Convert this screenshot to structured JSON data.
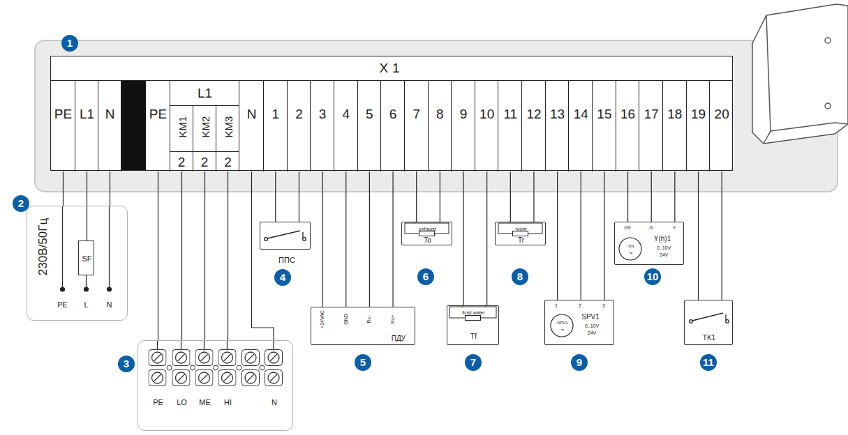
{
  "diagram": {
    "nodes": [
      {
        "text": [
          "X1"
        ]
      },
      {
        "text": [
          "PE"
        ],
        "in": 0
      },
      {
        "text": [
          "L1"
        ],
        "in": 0
      },
      {
        "text": [
          "N"
        ],
        "in": 0
      },
      {
        "text": [
          "PE"
        ],
        "in": 0
      },
      {
        "text": [
          "L1"
        ],
        "in": 0
      },
      {
        "text": [
          "KM1",
          "2"
        ],
        "in": 5
      },
      {
        "text": [
          "KM2",
          "2"
        ],
        "in": 5
      },
      {
        "text": [
          "KM3",
          "2"
        ],
        "in": 5
      },
      {
        "text": [
          "N"
        ],
        "in": 0
      },
      {
        "text": [
          "1"
        ],
        "in": 0
      },
      {
        "text": [
          "2"
        ],
        "in": 0
      },
      {
        "text": [
          "3"
        ],
        "in": 0
      },
      {
        "text": [
          "4"
        ],
        "in": 0
      },
      {
        "text": [
          "5"
        ],
        "in": 0
      },
      {
        "text": [
          "6"
        ],
        "in": 0
      },
      {
        "text": [
          "7"
        ],
        "in": 0
      },
      {
        "text": [
          "8"
        ],
        "in": 0
      },
      {
        "text": [
          "9"
        ],
        "in": 0
      },
      {
        "text": [
          "10"
        ],
        "in": 0
      },
      {
        "text": [
          "11"
        ],
        "in": 0
      },
      {
        "text": [
          "12"
        ],
        "in": 0
      },
      {
        "text": [
          "13"
        ],
        "in": 0
      },
      {
        "text": [
          "14"
        ],
        "in": 0
      },
      {
        "text": [
          "15"
        ],
        "in": 0
      },
      {
        "text": [
          "16"
        ],
        "in": 0
      },
      {
        "text": [
          "17"
        ],
        "in": 0
      },
      {
        "text": [
          "18"
        ],
        "in": 0
      },
      {
        "text": [
          "19"
        ],
        "in": 0
      },
      {
        "text": [
          "20"
        ],
        "in": 0
      },
      {
        "text": [
          "230В/50Гц"
        ]
      },
      {
        "text": [
          "SF"
        ],
        "in": 30
      },
      {
        "text": [
          "PE",
          "LO",
          "ME",
          "HI",
          "N"
        ]
      },
      {
        "text": [
          "ППС"
        ]
      },
      {
        "text": [
          "+24VAC",
          "GND",
          "Rx-",
          "Rx+",
          "ПДУ"
        ]
      },
      {
        "text": [
          "exhaust",
          "To"
        ]
      },
      {
        "text": [
          "frost water",
          "Tf"
        ]
      },
      {
        "text": [
          "room",
          "Tr"
        ]
      },
      {
        "text": [
          "1",
          "2",
          "3",
          "SPV1",
          "~",
          "SPV1",
          "0..10V",
          "24V"
        ]
      },
      {
        "text": [
          "G0",
          "G",
          "Y",
          "Yh",
          "~",
          "Y(h)1",
          "0..10V",
          "24V"
        ]
      },
      {
        "text": [
          "TK1"
        ]
      }
    ],
    "edges": [
      {
        "from": 1,
        "to": 30,
        "arrow": "none"
      },
      {
        "from": 2,
        "to": 31,
        "arrow": "none"
      },
      {
        "from": 3,
        "to": 30,
        "arrow": "none"
      },
      {
        "from": 4,
        "to": 32,
        "arrow": "none"
      },
      {
        "from": 6,
        "to": 32,
        "arrow": "none"
      },
      {
        "from": 7,
        "to": 32,
        "arrow": "none"
      },
      {
        "from": 8,
        "to": 32,
        "arrow": "none"
      },
      {
        "from": 9,
        "to": 32,
        "arrow": "none"
      },
      {
        "from": 10,
        "to": 33,
        "arrow": "none"
      },
      {
        "from": 11,
        "to": 33,
        "arrow": "none"
      },
      {
        "from": 12,
        "to": 34,
        "arrow": "none"
      },
      {
        "from": 13,
        "to": 34,
        "arrow": "none"
      },
      {
        "from": 14,
        "to": 34,
        "arrow": "none"
      },
      {
        "from": 15,
        "to": 34,
        "arrow": "none"
      },
      {
        "from": 16,
        "to": 35,
        "arrow": "none"
      },
      {
        "from": 17,
        "to": 35,
        "arrow": "none"
      },
      {
        "from": 18,
        "to": 36,
        "arrow": "none"
      },
      {
        "from": 19,
        "to": 36,
        "arrow": "none"
      },
      {
        "from": 20,
        "to": 37,
        "arrow": "none"
      },
      {
        "from": 21,
        "to": 37,
        "arrow": "none"
      },
      {
        "from": 22,
        "to": 38,
        "arrow": "none"
      },
      {
        "from": 23,
        "to": 38,
        "arrow": "none"
      },
      {
        "from": 24,
        "to": 38,
        "arrow": "none"
      },
      {
        "from": 25,
        "to": 39,
        "arrow": "none"
      },
      {
        "from": 26,
        "to": 39,
        "arrow": "none"
      },
      {
        "from": 27,
        "to": 39,
        "arrow": "none"
      },
      {
        "from": 28,
        "to": 40,
        "arrow": "none"
      },
      {
        "from": 29,
        "to": 40,
        "arrow": "none"
      }
    ],
    "labels": [
      "1",
      "2",
      "3",
      "4",
      "5",
      "6",
      "7",
      "8",
      "9",
      "10",
      "11",
      "PE",
      "L",
      "N"
    ]
  }
}
